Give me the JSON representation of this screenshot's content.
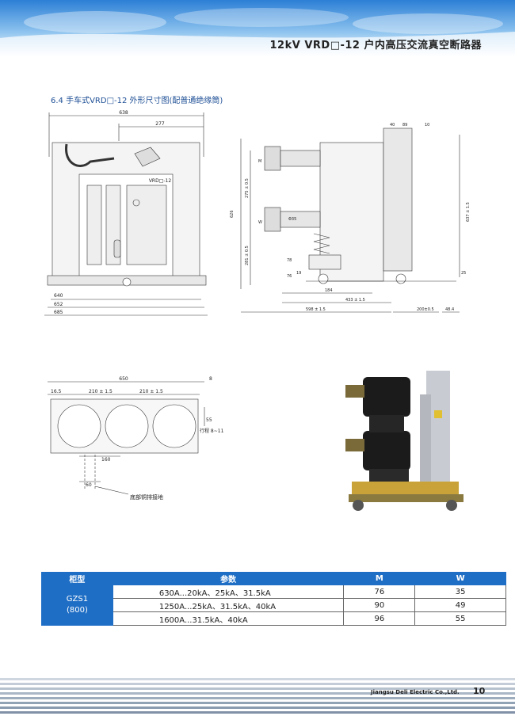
{
  "header": {
    "title": "12kV VRD□-12 户内高压交流真空断路器"
  },
  "section": {
    "title": "6.4 手车式VRD□-12 外形尺寸图(配普通绝缘筒)"
  },
  "front_view": {
    "dims": {
      "top_width": "638",
      "arm_offset": "277",
      "inner_width": "640",
      "mid_width": "652",
      "outer_width": "685"
    },
    "panel_label": "VRD□-12"
  },
  "side_view": {
    "dims": {
      "top_a": "40",
      "top_b": "89",
      "top_c": "10",
      "total_height": "626",
      "upper_contact": "275 ± 0.5",
      "lower_contact": "281 ± 0.5",
      "right_height": "637 ± 1.5",
      "m_upper": "M",
      "m_lower": "W",
      "contact_dia": "Φ35",
      "bottom_78": "78",
      "bottom_76": "76",
      "bottom_19": "19",
      "right_25": "25",
      "w_184": "184",
      "w_433": "433 ± 1.5",
      "w_598": "598 ± 1.5",
      "w_200": "200±0.5",
      "w_48": "48.4"
    }
  },
  "bottom_view": {
    "dims": {
      "total_width": "650",
      "right_a": "8",
      "left_edge": "16.5",
      "pitch_1": "210 ± 1.5",
      "pitch_2": "210 ± 1.5",
      "offset_160": "160",
      "offset_60": "60",
      "vertical_55": "55",
      "slot": "行程 8~11"
    },
    "ground_label": "底部铜排接地"
  },
  "table": {
    "headers": [
      "柜型",
      "参数",
      "M",
      "W"
    ],
    "cabinet": "GZS1",
    "cabinet_sub": "(800)",
    "rows": [
      {
        "param": "630A...20kA、25kA、31.5kA",
        "m": "76",
        "w": "35"
      },
      {
        "param": "1250A...25kA、31.5kA、40kA",
        "m": "90",
        "w": "49"
      },
      {
        "param": "1600A...31.5kA、40kA",
        "m": "96",
        "w": "55"
      }
    ]
  },
  "footer": {
    "company": "Jiangsu Deli Electric Co.,Ltd.",
    "page": "10"
  }
}
